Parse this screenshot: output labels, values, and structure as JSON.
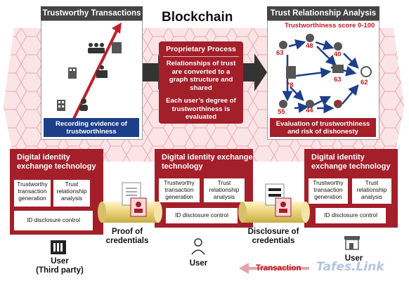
{
  "title": "Blockchain",
  "left_panel": {
    "header": "Trustworthy Transactions",
    "caption": "Recording evidence of trustworthiness"
  },
  "process": {
    "header": "Proprietary Process",
    "text1": "Relationships of trust are converted to a graph structure and shared",
    "text2": "Each user’s degree of trustworthiness is evaluated"
  },
  "right_panel": {
    "header": "Trust Relationship Analysis",
    "score_title": "Trustworthiness score 0-100",
    "scores": [
      "63",
      "48",
      "40",
      "78",
      "63",
      "62",
      "55",
      "44",
      "38"
    ],
    "caption": "Evaluation of trustworthiness and risk of dishonesty"
  },
  "did_boxes": [
    {
      "title": "Digital identity exchange technology",
      "item1": "Trustworthy transaction generation",
      "item2": "Trust relationship analysis",
      "item3": "ID disclosure control"
    },
    {
      "title": "Digital identity exchange technology",
      "item1": "Trustworthy transaction generation",
      "item2": "Trust relationship analysis",
      "item3": "ID disclosure control"
    },
    {
      "title": "Digital identity exchange technology",
      "item1": "Trustworthy transaction generation",
      "item2": "Trust relationship analysis",
      "item3": "ID disclosure control"
    }
  ],
  "flow": {
    "proof": "Proof of credentials",
    "disclosure": "Disclosure of credentials"
  },
  "users": {
    "third_party": "User\n(Third party)",
    "middle": "User",
    "right": "User"
  },
  "transaction": "Transaction",
  "watermark": "Tafes.Link",
  "colors": {
    "accent_red": "#a31f2a",
    "caption_blue": "#1d3f8a",
    "hex_pink": "#f6d3d5"
  }
}
